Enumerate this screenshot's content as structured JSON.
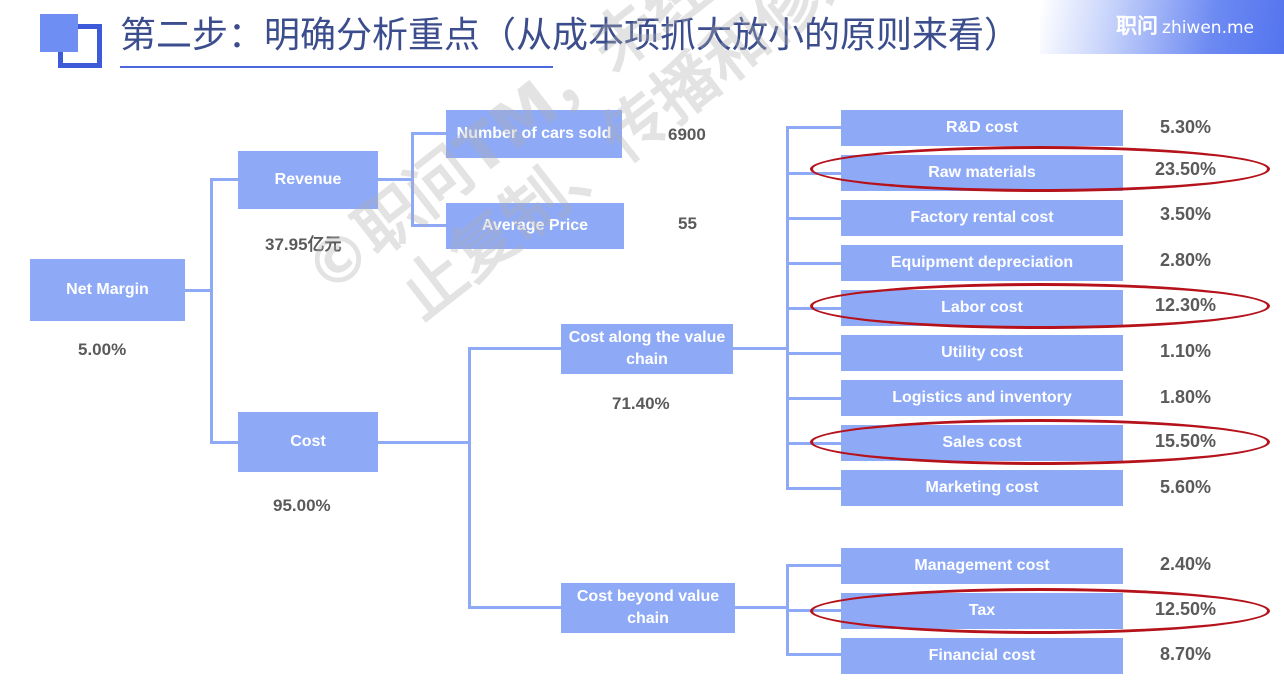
{
  "header": {
    "title": "第二步：明确分析重点（从成本项抓大放小的原则来看）",
    "brand_cn": "职问",
    "brand_en": "zhiwen.me"
  },
  "watermark": {
    "line1": "©职问TM，未经允许禁",
    "line2": "止复制、传播和修改"
  },
  "tree": {
    "root": {
      "label": "Net Margin",
      "value": "5.00%"
    },
    "revenue": {
      "label": "Revenue",
      "value": "37.95亿元"
    },
    "cost": {
      "label": "Cost",
      "value": "95.00%"
    },
    "cars_sold": {
      "label": "Number of cars sold",
      "value": "6900"
    },
    "avg_price": {
      "label": "Average Price",
      "value": "55"
    },
    "cost_along": {
      "label": "Cost along the value chain",
      "value": "71.40%"
    },
    "cost_beyond": {
      "label": "Cost beyond value chain"
    },
    "along_items": [
      {
        "label": "R&D cost",
        "value": "5.30%"
      },
      {
        "label": "Raw materials",
        "value": "23.50%"
      },
      {
        "label": "Factory rental cost",
        "value": "3.50%"
      },
      {
        "label": "Equipment depreciation",
        "value": "2.80%"
      },
      {
        "label": "Labor cost",
        "value": "12.30%"
      },
      {
        "label": "Utility cost",
        "value": "1.10%"
      },
      {
        "label": "Logistics and inventory",
        "value": "1.80%"
      },
      {
        "label": "Sales cost",
        "value": "15.50%"
      },
      {
        "label": "Marketing cost",
        "value": "5.60%"
      }
    ],
    "beyond_items": [
      {
        "label": "Management cost",
        "value": "2.40%"
      },
      {
        "label": "Tax",
        "value": "12.50%"
      },
      {
        "label": "Financial cost",
        "value": "8.70%"
      }
    ]
  },
  "colors": {
    "box": "#8eaaf7",
    "title": "#3b4d8c",
    "highlight": "#b5121b"
  }
}
